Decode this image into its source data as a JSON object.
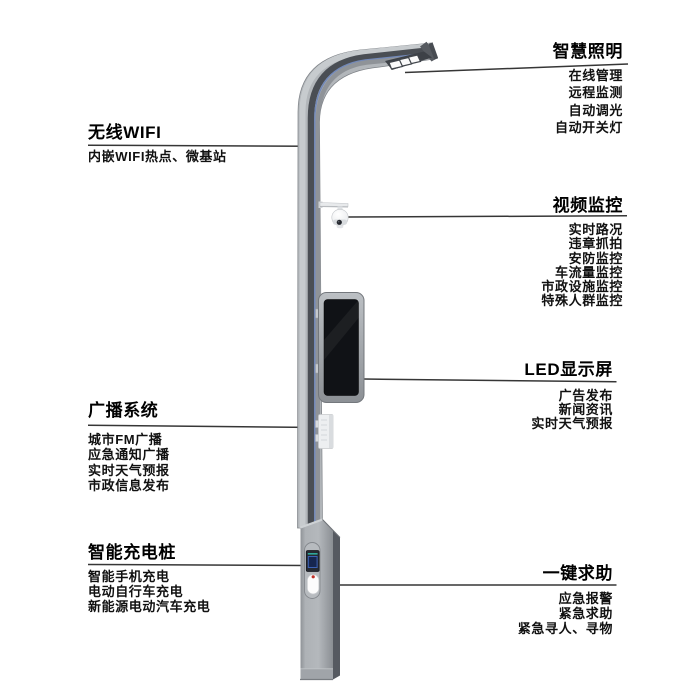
{
  "colors": {
    "background": "#ffffff",
    "pole_gray": "#b2b6ba",
    "pole_dark_stripe": "#4a4e54",
    "pole_accent_blue": "#7389b8",
    "connector_line": "#363636",
    "led_screen_black": "#101216",
    "charging_screen_blue": "#16264f",
    "charging_teal_bar": "#2fa89b",
    "sos_button_red": "#c03028",
    "cabinet_gray": "#a7abb0"
  },
  "sections": {
    "left": [
      {
        "id": "wifi",
        "title": "无线WIFI",
        "items": [
          "内嵌WIFI热点、微基站"
        ]
      },
      {
        "id": "broadcast",
        "title": "广播系统",
        "items": [
          "城市FM广播",
          "应急通知广播",
          "实时天气预报",
          "市政信息发布"
        ]
      },
      {
        "id": "charging",
        "title": "智能充电桩",
        "items": [
          "智能手机充电",
          "电动自行车充电",
          "新能源电动汽车充电"
        ]
      }
    ],
    "right": [
      {
        "id": "lighting",
        "title": "智慧照明",
        "items": [
          "在线管理",
          "远程监测",
          "自动调光",
          "自动开关灯"
        ]
      },
      {
        "id": "video",
        "title": "视频监控",
        "items": [
          "实时路况",
          "违章抓拍",
          "安防监控",
          "车流量监控",
          "市政设施监控",
          "特殊人群监控"
        ]
      },
      {
        "id": "led",
        "title": "LED显示屏",
        "items": [
          "广告发布",
          "新闻资讯",
          "实时天气预报"
        ]
      },
      {
        "id": "sos",
        "title": "一键求助",
        "items": [
          "应急报警",
          "紧急求助",
          "紧急寻人、寻物"
        ]
      }
    ]
  },
  "pole": {
    "components": [
      "lamp-head",
      "led-light-modules",
      "dome-camera",
      "led-display-screen",
      "speaker-box",
      "charging-panel",
      "sos-help-button",
      "cabinet-base"
    ]
  }
}
